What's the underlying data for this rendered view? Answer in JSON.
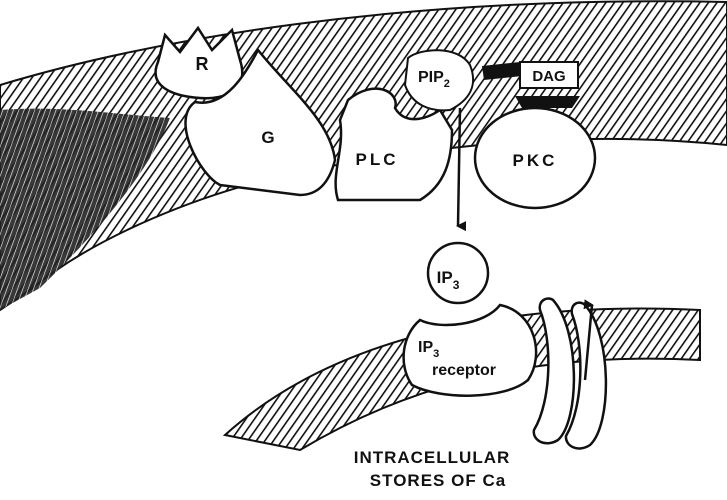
{
  "labels": {
    "receptor": "R",
    "g_protein": "G",
    "plc": "PLC",
    "pkc": "PKC",
    "pip2_base": "PIP",
    "pip2_sub": "2",
    "dag": "DAG",
    "ip3_base": "IP",
    "ip3_sub": "3",
    "ip3_receptor_base": "IP",
    "ip3_receptor_sub": "3",
    "ip3_receptor_word": "receptor"
  },
  "caption": {
    "line1": "INTRACELLULAR",
    "line2": "STORES OF Ca"
  },
  "colors": {
    "ink": "#111111",
    "paper": "#ffffff"
  }
}
